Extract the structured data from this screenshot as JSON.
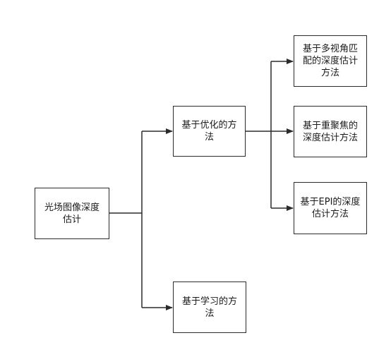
{
  "diagram": {
    "root": {
      "label": "光场图像深度估计"
    },
    "optimization": {
      "label": "基于优化的方法"
    },
    "learning": {
      "label": "基于学习的方法"
    },
    "multi_view": {
      "label": "基于多视角匹配的深度估计方法"
    },
    "refocus": {
      "label": "基于重聚焦的深度估计方法"
    },
    "epi": {
      "label": "基于EPI的深度估计方法"
    }
  }
}
